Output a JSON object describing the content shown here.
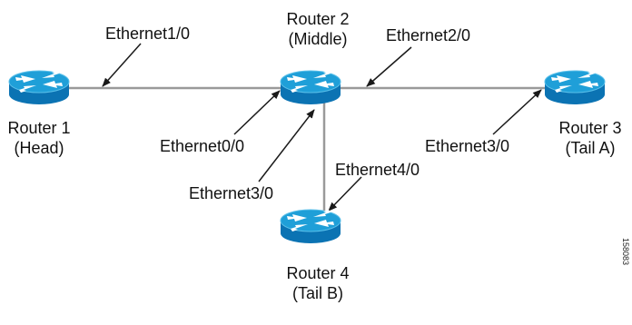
{
  "colors": {
    "link": "#9a9a9a",
    "router_top": "#1f9fd8",
    "router_side": "#0b73b3",
    "arrow_white": "#ffffff",
    "callout": "#1a1a1a"
  },
  "routers": [
    {
      "id": "r1",
      "name": "Router 1",
      "role": "(Head)"
    },
    {
      "id": "r2",
      "name": "Router 2",
      "role": "(Middle)"
    },
    {
      "id": "r3",
      "name": "Router 3",
      "role": "(Tail A)"
    },
    {
      "id": "r4",
      "name": "Router 4",
      "role": "(Tail B)"
    }
  ],
  "interfaces": {
    "r2_to_r1": "Ethernet1/0",
    "r1_to_r2": "Ethernet0/0",
    "r2_to_r3": "Ethernet2/0",
    "r3_to_r2": "Ethernet3/0",
    "r2_to_r4": "Ethernet3/0",
    "r4_to_r2": "Ethernet4/0"
  },
  "figure_id": "158083"
}
